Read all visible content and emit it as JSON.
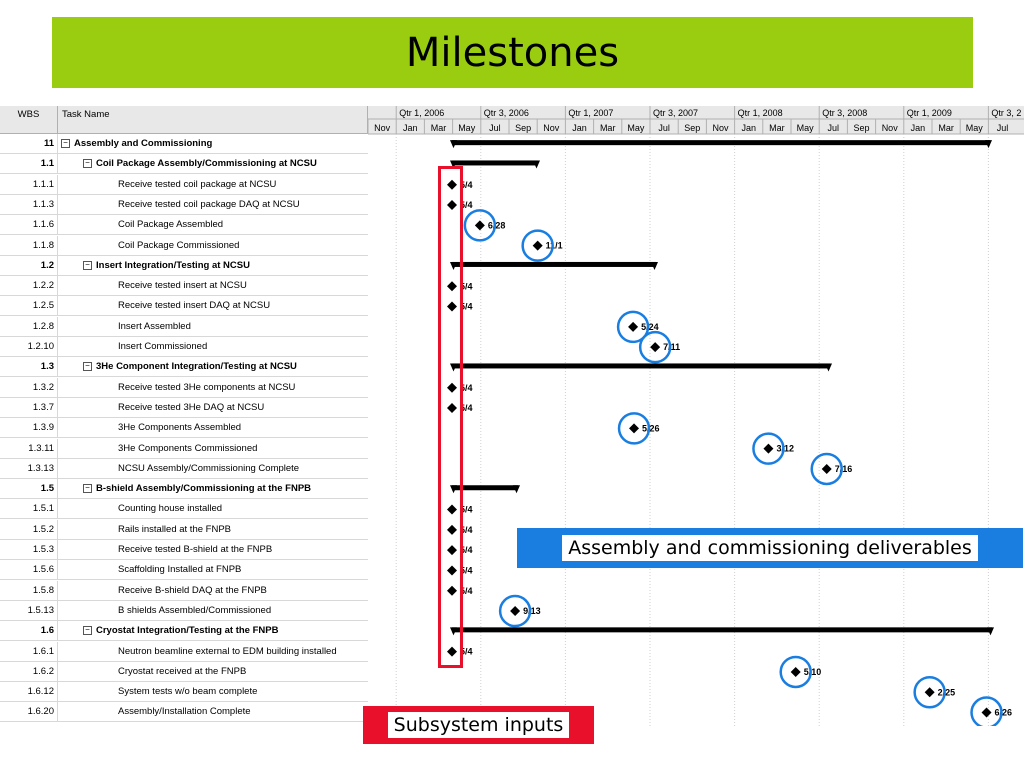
{
  "title": "Milestones",
  "headers": {
    "wbs": "WBS",
    "task": "Task Name"
  },
  "quarters": [
    "Qtr 1, 2006",
    "Qtr 3, 2006",
    "Qtr 1, 2007",
    "Qtr 3, 2007",
    "Qtr 1, 2008",
    "Qtr 3, 2008",
    "Qtr 1, 2009",
    "Qtr 3, 2"
  ],
  "months": [
    "Nov",
    "Jan",
    "Mar",
    "May",
    "Jul",
    "Sep",
    "Nov",
    "Jan",
    "Mar",
    "May",
    "Jul",
    "Sep",
    "Nov",
    "Jan",
    "Mar",
    "May",
    "Jul",
    "Sep",
    "Nov",
    "Jan",
    "Mar",
    "May",
    "Jul"
  ],
  "rows": [
    {
      "wbs": "11",
      "name": "Assembly and Commissioning",
      "level": 0,
      "summary": true,
      "bar": [
        0,
        1
      ]
    },
    {
      "wbs": "1.1",
      "name": "Coil Package Assembly/Commissioning at NCSU",
      "level": 1,
      "summary": true
    },
    {
      "wbs": "1.1.1",
      "name": "Receive tested coil package at NCSU",
      "level": 2,
      "ms": "5/4"
    },
    {
      "wbs": "1.1.3",
      "name": "Receive tested coil package DAQ at NCSU",
      "level": 2,
      "ms": "5/4"
    },
    {
      "wbs": "1.1.6",
      "name": "Coil Package Assembled",
      "level": 2,
      "ms": "6/28"
    },
    {
      "wbs": "1.1.8",
      "name": "Coil Package Commissioned",
      "level": 2,
      "ms": "11/1"
    },
    {
      "wbs": "1.2",
      "name": "Insert Integration/Testing at NCSU",
      "level": 1,
      "summary": true
    },
    {
      "wbs": "1.2.2",
      "name": "Receive tested insert at NCSU",
      "level": 2,
      "ms": "5/4"
    },
    {
      "wbs": "1.2.5",
      "name": "Receive tested insert DAQ at NCSU",
      "level": 2,
      "ms": "5/4"
    },
    {
      "wbs": "1.2.8",
      "name": "Insert Assembled",
      "level": 2,
      "ms": "5/24"
    },
    {
      "wbs": "1.2.10",
      "name": "Insert Commissioned",
      "level": 2,
      "ms": "7/11"
    },
    {
      "wbs": "1.3",
      "name": "3He Component Integration/Testing at NCSU",
      "level": 1,
      "summary": true
    },
    {
      "wbs": "1.3.2",
      "name": "Receive tested 3He components at NCSU",
      "level": 2,
      "ms": "5/4"
    },
    {
      "wbs": "1.3.7",
      "name": "Receive tested 3He DAQ at NCSU",
      "level": 2,
      "ms": "5/4"
    },
    {
      "wbs": "1.3.9",
      "name": "3He Components Assembled",
      "level": 2,
      "ms": "5/26"
    },
    {
      "wbs": "1.3.11",
      "name": "3He Components Commissioned",
      "level": 2,
      "ms": "3/12"
    },
    {
      "wbs": "1.3.13",
      "name": "NCSU Assembly/Commissioning Complete",
      "level": 2,
      "ms": "7/16"
    },
    {
      "wbs": "1.5",
      "name": "B-shield Assembly/Commissioning at the FNPB",
      "level": 1,
      "summary": true
    },
    {
      "wbs": "1.5.1",
      "name": "Counting house installed",
      "level": 2,
      "ms": "5/4"
    },
    {
      "wbs": "1.5.2",
      "name": "Rails installed at the FNPB",
      "level": 2,
      "ms": "5/4"
    },
    {
      "wbs": "1.5.3",
      "name": "Receive tested B-shield at the FNPB",
      "level": 2,
      "ms": "5/4"
    },
    {
      "wbs": "1.5.6",
      "name": "Scaffolding Installed at FNPB",
      "level": 2,
      "ms": "5/4"
    },
    {
      "wbs": "1.5.8",
      "name": "Receive B-shield DAQ at the FNPB",
      "level": 2,
      "ms": "5/4"
    },
    {
      "wbs": "1.5.13",
      "name": "B shields Assembled/Commissioned",
      "level": 2,
      "ms": "9/13"
    },
    {
      "wbs": "1.6",
      "name": "Cryostat Integration/Testing at the FNPB",
      "level": 1,
      "summary": true
    },
    {
      "wbs": "1.6.1",
      "name": "Neutron beamline external to EDM building installed",
      "level": 2,
      "ms": "5/4"
    },
    {
      "wbs": "1.6.2",
      "name": "Cryostat received at the FNPB",
      "level": 2,
      "ms": "5/10"
    },
    {
      "wbs": "1.6.12",
      "name": "System tests w/o beam complete",
      "level": 2,
      "ms": "2/25"
    },
    {
      "wbs": "1.6.20",
      "name": "Assembly/Installation Complete",
      "level": 2,
      "ms": "6/26"
    }
  ],
  "callouts": {
    "deliverables": "Assembly and commissioning deliverables",
    "inputs": "Subsystem inputs"
  },
  "colors": {
    "title_bg": "#9acd0f",
    "highlight_circle": "#1a7ee0",
    "inputs_box": "#e8102a"
  }
}
